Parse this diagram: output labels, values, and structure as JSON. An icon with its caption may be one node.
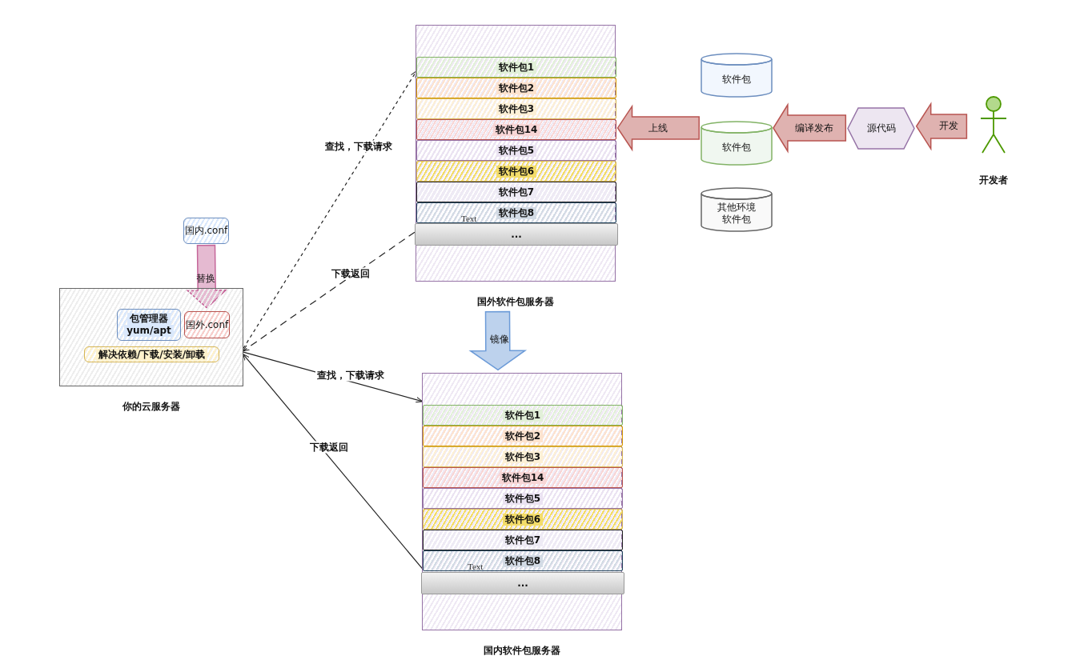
{
  "diagram": {
    "nodes": [
      {
        "text": [
          "你的云服务器"
        ]
      },
      {
        "text": [
          "包管理器",
          "yum/apt"
        ],
        "in": 0
      },
      {
        "text": [
          "国外.conf"
        ],
        "in": 0
      },
      {
        "text": [
          "解决依赖/下载/安装/卸载"
        ],
        "in": 0
      },
      {
        "text": [
          "国内.conf"
        ]
      },
      {
        "text": [
          "国外软件包服务器"
        ]
      },
      {
        "text": [
          "软件包1"
        ],
        "in": 5
      },
      {
        "text": [
          "软件包2"
        ],
        "in": 5
      },
      {
        "text": [
          "软件包3"
        ],
        "in": 5
      },
      {
        "text": [
          "软件包14"
        ],
        "in": 5
      },
      {
        "text": [
          "软件包5"
        ],
        "in": 5
      },
      {
        "text": [
          "软件包6"
        ],
        "in": 5
      },
      {
        "text": [
          "软件包7"
        ],
        "in": 5
      },
      {
        "text": [
          "软件包8",
          "Text"
        ],
        "in": 5
      },
      {
        "text": [
          "..."
        ],
        "in": 5
      },
      {
        "text": [
          "国内软件包服务器"
        ]
      },
      {
        "text": [
          "软件包1"
        ],
        "in": 15
      },
      {
        "text": [
          "软件包2"
        ],
        "in": 15
      },
      {
        "text": [
          "软件包3"
        ],
        "in": 15
      },
      {
        "text": [
          "软件包14"
        ],
        "in": 15
      },
      {
        "text": [
          "软件包5"
        ],
        "in": 15
      },
      {
        "text": [
          "软件包6"
        ],
        "in": 15
      },
      {
        "text": [
          "软件包7"
        ],
        "in": 15
      },
      {
        "text": [
          "软件包8",
          "Text"
        ],
        "in": 15
      },
      {
        "text": [
          "..."
        ],
        "in": 15
      },
      {
        "text": [
          "软件包"
        ]
      },
      {
        "text": [
          "软件包"
        ]
      },
      {
        "text": [
          "其他环境软件包"
        ]
      },
      {
        "text": [
          "源代码"
        ]
      },
      {
        "text": [
          "开发者"
        ]
      }
    ],
    "edges": [
      {
        "from": 0,
        "to": 6,
        "arrow": "to",
        "label": "查找，下载请求",
        "style": "dashed"
      },
      {
        "from": 14,
        "to": 0,
        "arrow": "to",
        "label": "下载返回",
        "style": "dashed"
      },
      {
        "from": 0,
        "to": 15,
        "arrow": "to",
        "label": "查找，下载请求"
      },
      {
        "from": 23,
        "to": 0,
        "arrow": "to",
        "label": "下载返回"
      },
      {
        "from": 4,
        "to": 2,
        "arrow": "to",
        "label": "替换",
        "style": "thick",
        "color": "#c5679a"
      },
      {
        "from": 5,
        "to": 15,
        "arrow": "to",
        "label": "镜像",
        "style": "thick",
        "color": "#6c9bd8"
      },
      {
        "from": 26,
        "to": 5,
        "arrow": "to",
        "label": "上线",
        "style": "thick",
        "color": "#b85450"
      },
      {
        "from": 28,
        "to": 26,
        "arrow": "to",
        "label": "编译发布",
        "style": "thick",
        "color": "#b85450"
      },
      {
        "from": 29,
        "to": 28,
        "arrow": "to",
        "label": "开发",
        "style": "thick",
        "color": "#b85450"
      }
    ]
  }
}
